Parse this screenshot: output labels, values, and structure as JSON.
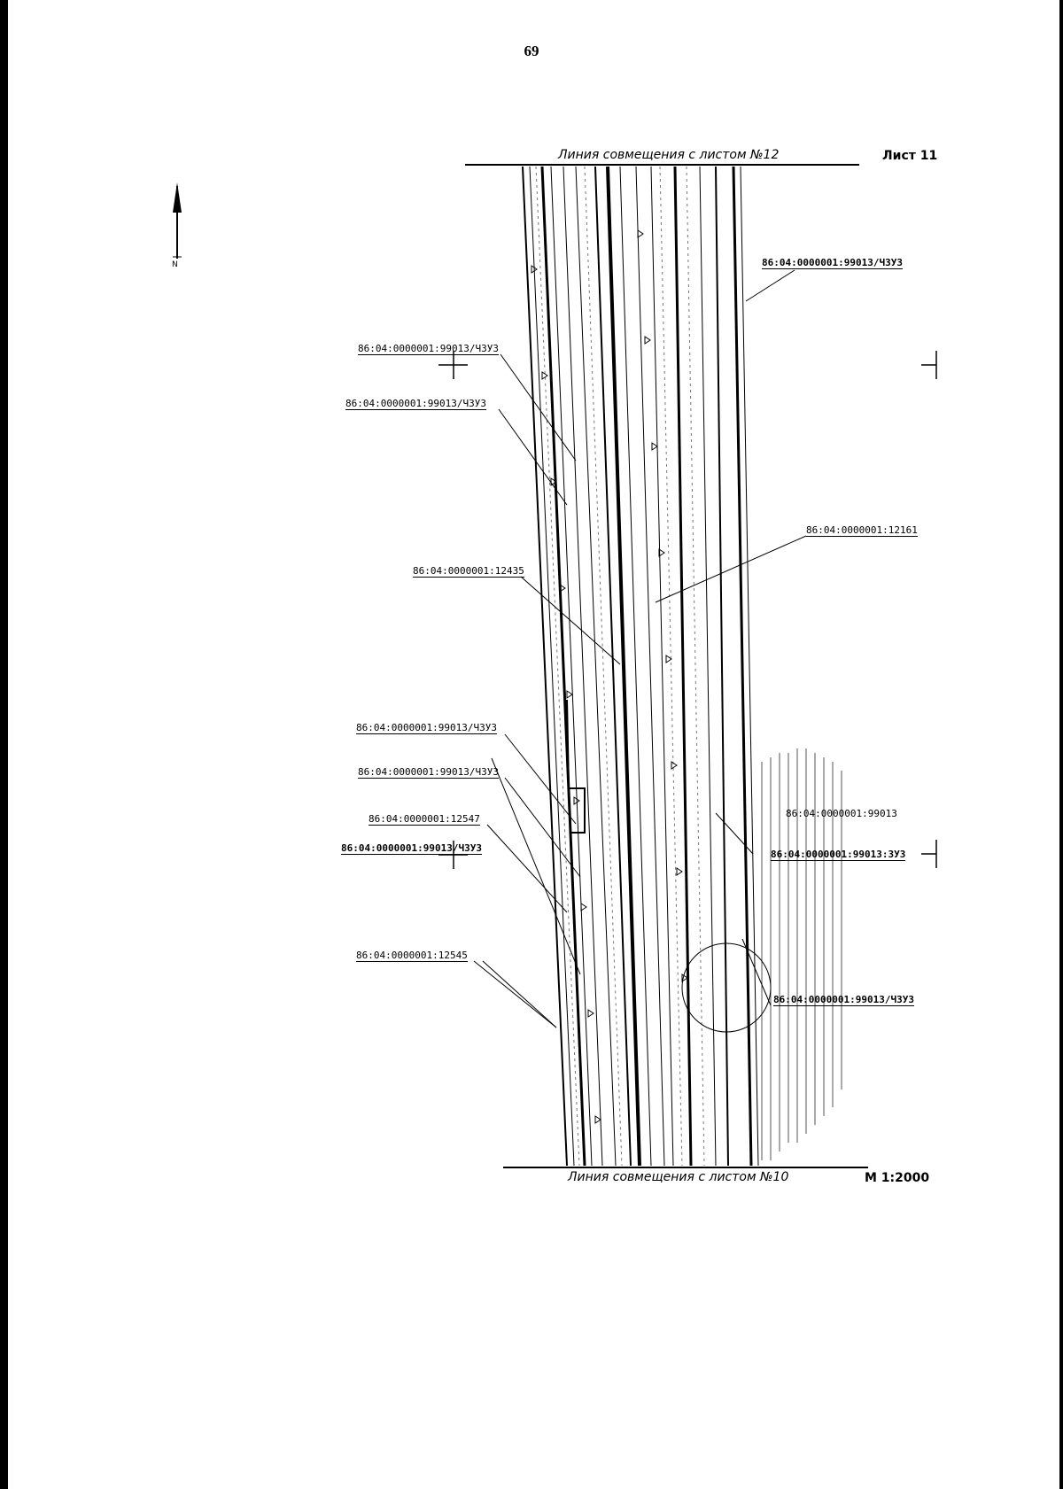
{
  "page_number": "69",
  "header": {
    "top_match_line": "Линия совмещения с листом №12",
    "sheet": "Лист 11"
  },
  "footer": {
    "bottom_match_line": "Линия совмещения с листом №10",
    "scale": "М 1:2000"
  },
  "north_arrow": {
    "icon": "north-arrow-icon",
    "letter": "N"
  },
  "parcel_labels": [
    {
      "text": "86:04:0000001:99013/ЧЗУЗ"
    },
    {
      "text": "86:04:0000001:99013/ЧЗУЗ"
    },
    {
      "text": "86:04:0000001:99013/ЧЗУЗ"
    },
    {
      "text": "86:04:0000001:12161"
    },
    {
      "text": "86:04:0000001:12435"
    },
    {
      "text": "86:04:0000001:99013/ЧЗУЗ"
    },
    {
      "text": "86:04:0000001:99013/ЧЗУЗ"
    },
    {
      "text": "86:04:0000001:12547"
    },
    {
      "text": "86:04:0000001:99013"
    },
    {
      "text": "86:04:0000001:99013:ЗУЗ"
    },
    {
      "text": "86:04:0000001:99013/ЧЗУЗ"
    },
    {
      "text": "86:04:0000001:12545"
    },
    {
      "text": "86:04:0000001:99013/ЧЗУЗ"
    }
  ]
}
